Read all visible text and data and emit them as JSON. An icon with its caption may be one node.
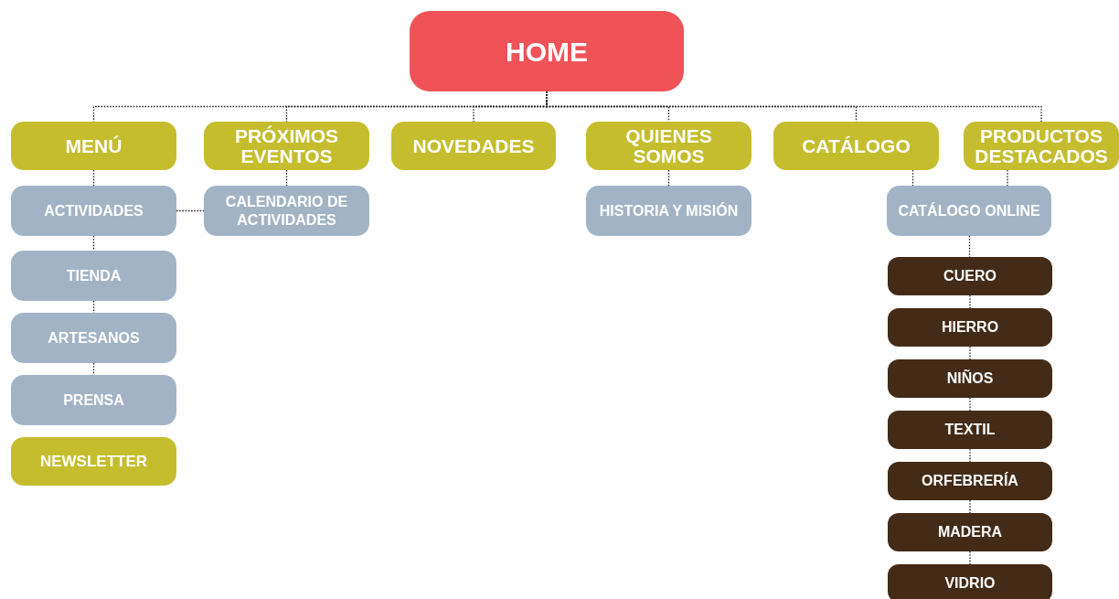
{
  "diagram": {
    "nodes": [
      {
        "text": [
          "HOME"
        ]
      },
      {
        "text": [
          "MENÚ"
        ]
      },
      {
        "text": [
          "PRÓXIMOS EVENTOS"
        ]
      },
      {
        "text": [
          "NOVEDADES"
        ]
      },
      {
        "text": [
          "QUIENES SOMOS"
        ]
      },
      {
        "text": [
          "CATÁLOGO"
        ]
      },
      {
        "text": [
          "PRODUCTOS DESTACADOS"
        ]
      },
      {
        "text": [
          "ACTIVIDADES"
        ]
      },
      {
        "text": [
          "CALENDARIO DE ACTIVIDADES"
        ]
      },
      {
        "text": [
          "TIENDA"
        ]
      },
      {
        "text": [
          "ARTESANOS"
        ]
      },
      {
        "text": [
          "PRENSA"
        ]
      },
      {
        "text": [
          "NEWSLETTER"
        ]
      },
      {
        "text": [
          "HISTORIA Y MISIÓN"
        ]
      },
      {
        "text": [
          "CATÁLOGO ONLINE"
        ]
      },
      {
        "text": [
          "CUERO"
        ]
      },
      {
        "text": [
          "HIERRO"
        ]
      },
      {
        "text": [
          "NIÑOS"
        ]
      },
      {
        "text": [
          "TEXTIL"
        ]
      },
      {
        "text": [
          "ORFEBRERÍA"
        ]
      },
      {
        "text": [
          "MADERA"
        ]
      },
      {
        "text": [
          "VIDRIO"
        ]
      }
    ],
    "edges": [
      {
        "from": 0,
        "to": 1,
        "arrow": "none"
      },
      {
        "from": 0,
        "to": 2,
        "arrow": "none"
      },
      {
        "from": 0,
        "to": 3,
        "arrow": "none"
      },
      {
        "from": 0,
        "to": 4,
        "arrow": "none"
      },
      {
        "from": 0,
        "to": 5,
        "arrow": "none"
      },
      {
        "from": 0,
        "to": 6,
        "arrow": "none"
      },
      {
        "from": 1,
        "to": 7,
        "arrow": "none"
      },
      {
        "from": 7,
        "to": 8,
        "arrow": "none"
      },
      {
        "from": 2,
        "to": 8,
        "arrow": "none"
      },
      {
        "from": 7,
        "to": 9,
        "arrow": "none"
      },
      {
        "from": 9,
        "to": 10,
        "arrow": "none"
      },
      {
        "from": 10,
        "to": 11,
        "arrow": "none"
      },
      {
        "from": 4,
        "to": 13,
        "arrow": "none"
      },
      {
        "from": 5,
        "to": 14,
        "arrow": "none"
      },
      {
        "from": 6,
        "to": 14,
        "arrow": "none"
      },
      {
        "from": 14,
        "to": 15,
        "arrow": "none"
      },
      {
        "from": 15,
        "to": 16,
        "arrow": "none"
      },
      {
        "from": 16,
        "to": 17,
        "arrow": "none"
      },
      {
        "from": 17,
        "to": 18,
        "arrow": "none"
      },
      {
        "from": 18,
        "to": 19,
        "arrow": "none"
      },
      {
        "from": 19,
        "to": 20,
        "arrow": "none"
      },
      {
        "from": 20,
        "to": 21,
        "arrow": "none"
      }
    ]
  }
}
